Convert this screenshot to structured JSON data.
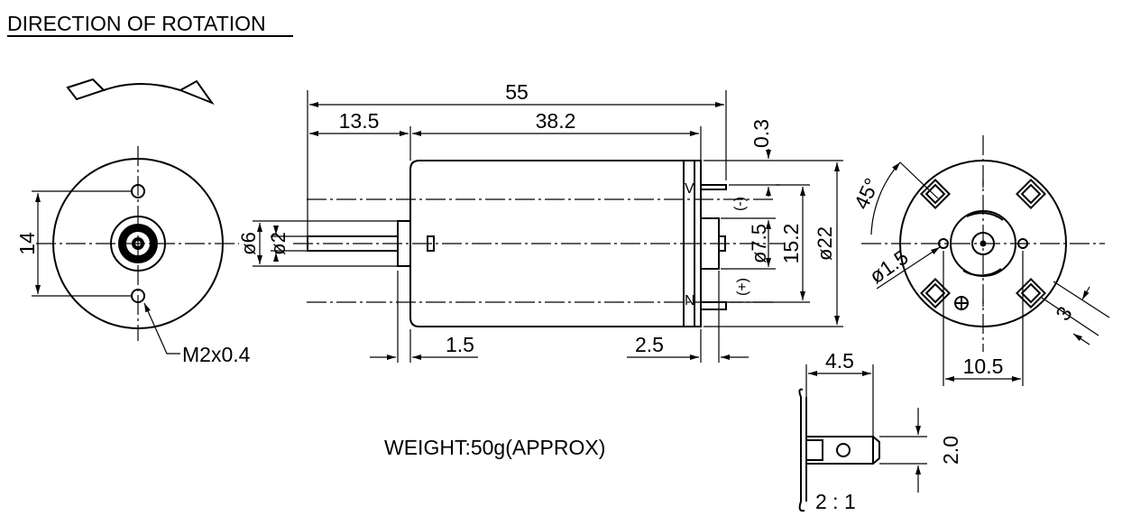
{
  "title": "DIRECTION OF ROTATION",
  "weight": "WEIGHT:50g(APPROX)",
  "front_view": {
    "dim_hole_spacing": "14",
    "thread_label": "M2x0.4"
  },
  "side_view": {
    "dim_total_length": "55",
    "dim_shaft_length": "13.5",
    "dim_body_length": "38.2",
    "dim_offset": "0.3",
    "dim_boss_dia": "ø6",
    "dim_shaft_dia": "ø2",
    "dim_boss_length": "1.5",
    "dim_endcap": "2.5",
    "dim_rear_boss_dia": "ø7.5",
    "dim_terminal_span": "15.2",
    "dim_body_dia": "ø22",
    "neg_terminal": "(-)",
    "pos_terminal": "(+)"
  },
  "rear_view": {
    "dim_angle": "45°",
    "dim_hole_dia": "ø1.5",
    "dim_terminal_width": "3",
    "dim_hole_spacing": "10.5"
  },
  "terminal_detail": {
    "dim_length": "4.5",
    "dim_width": "2.0",
    "scale": "2 : 1"
  }
}
